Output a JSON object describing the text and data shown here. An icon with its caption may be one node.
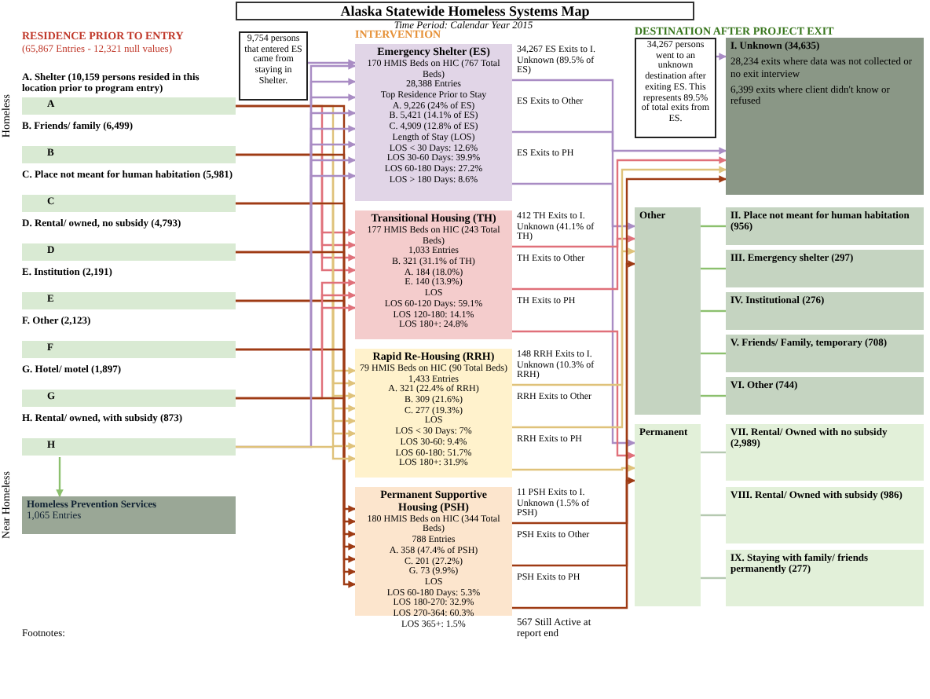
{
  "diagram": {
    "title": "Alaska Statewide Homeless Systems Map",
    "nodes": [
      {
        "text": [
          "A. Shelter (10,159 persons resided in this location prior to program entry)",
          "A"
        ]
      },
      {
        "text": [
          "B. Friends/ family (6,499)",
          "B"
        ]
      },
      {
        "text": [
          "C. Place not meant for human habitation (5,981)",
          "C"
        ]
      },
      {
        "text": [
          "D. Rental/ owned, no subsidy (4,793)",
          "D"
        ]
      },
      {
        "text": [
          "E. Institution (2,191)",
          "E"
        ]
      },
      {
        "text": [
          "F. Other (2,123)",
          "F"
        ]
      },
      {
        "text": [
          "G. Hotel/ motel (1,897)",
          "G"
        ]
      },
      {
        "text": [
          "H. Rental/ owned, with subsidy (873)",
          "H"
        ]
      },
      {
        "text": [
          "Homeless Prevention Services",
          "1,065 Entries"
        ]
      },
      {
        "text": [
          "9,754 persons that entered ES came from staying in Shelter."
        ]
      },
      {
        "text": [
          "Emergency Shelter (ES)",
          "170 HMIS Beds on HIC (767 Total Beds)",
          "28,388 Entries",
          "Top Residence Prior to Stay",
          "A. 9,226 (24% of ES)",
          "B. 5,421 (14.1% of ES)",
          "C. 4,909 (12.8% of ES)",
          "Length of Stay (LOS)",
          "LOS < 30 Days: 12.6%",
          "LOS 30-60 Days: 39.9%",
          "LOS 60-180 Days: 27.2%",
          "LOS > 180 Days: 8.6%"
        ]
      },
      {
        "text": [
          "Transitional Housing (TH)",
          "177 HMIS Beds on HIC (243 Total Beds)",
          "1,033 Entries",
          "B. 321 (31.1% of TH)",
          "A. 184 (18.0%)",
          "E. 140 (13.9%)",
          "LOS",
          "LOS 60-120 Days: 59.1%",
          "LOS 120-180: 14.1%",
          "LOS 180+: 24.8%"
        ]
      },
      {
        "text": [
          "Rapid Re-Housing (RRH)",
          "79 HMIS Beds on HIC (90 Total Beds)",
          "1,433 Entries",
          "A. 321 (22.4% of RRH)",
          "B. 309 (21.6%)",
          "C. 277 (19.3%)",
          "LOS",
          "LOS < 30 Days: 7%",
          "LOS 30-60: 9.4%",
          "LOS 60-180: 51.7%",
          "LOS 180+: 31.9%"
        ]
      },
      {
        "text": [
          "Permanent Supportive Housing (PSH)",
          "180 HMIS Beds on HIC (344 Total Beds)",
          "788 Entries",
          "A. 358 (47.4% of PSH)",
          "C. 201 (27.2%)",
          "G. 73 (9.9%)",
          "LOS",
          "LOS 60-180 Days: 5.3%",
          "LOS 180-270: 32.9%",
          "LOS 270-364: 60.3%",
          "LOS 365+: 1.5%"
        ]
      },
      {
        "text": [
          "34,267 persons went to an unknown destination after exiting ES. This represents 89.5% of total exits from ES."
        ]
      },
      {
        "text": [
          "I. Unknown (34,635)",
          "28,234 exits where data was not collected or no exit interview",
          "6,399 exits where client didn't know or refused"
        ]
      },
      {
        "text": [
          "Other"
        ]
      },
      {
        "text": [
          "II. Place not meant for human habitation (956)"
        ]
      },
      {
        "text": [
          "III. Emergency shelter (297)"
        ]
      },
      {
        "text": [
          "IV. Institutional (276)"
        ]
      },
      {
        "text": [
          "V. Friends/ Family, temporary (708)"
        ]
      },
      {
        "text": [
          "VI. Other (744)"
        ]
      },
      {
        "text": [
          "Permanent"
        ]
      },
      {
        "text": [
          "VII. Rental/ Owned with no subsidy (2,989)"
        ]
      },
      {
        "text": [
          "VIII. Rental/ Owned with subsidy (986)"
        ]
      },
      {
        "text": [
          "IX. Staying with family/ friends permanently (277)"
        ]
      }
    ],
    "edges": [
      {
        "from": 0,
        "to": 10,
        "arrow": "to",
        "color": "#a98cc4"
      },
      {
        "from": 0,
        "to": 11,
        "arrow": "to",
        "color": "#e0707a"
      },
      {
        "from": 0,
        "to": 12,
        "arrow": "to",
        "color": "#dfc27a"
      },
      {
        "from": 0,
        "to": 13,
        "arrow": "to",
        "color": "#9e3b14"
      },
      {
        "from": 1,
        "to": 10,
        "arrow": "to",
        "color": "#a98cc4"
      },
      {
        "from": 1,
        "to": 11,
        "arrow": "to",
        "color": "#e0707a"
      },
      {
        "from": 1,
        "to": 12,
        "arrow": "to",
        "color": "#dfc27a"
      },
      {
        "from": 1,
        "to": 13,
        "arrow": "to",
        "color": "#9e3b14"
      },
      {
        "from": 2,
        "to": 10,
        "arrow": "to",
        "color": "#a98cc4"
      },
      {
        "from": 2,
        "to": 11,
        "arrow": "to",
        "color": "#e0707a"
      },
      {
        "from": 2,
        "to": 12,
        "arrow": "to",
        "color": "#dfc27a"
      },
      {
        "from": 2,
        "to": 13,
        "arrow": "to",
        "color": "#9e3b14"
      },
      {
        "from": 3,
        "to": 10,
        "arrow": "to",
        "color": "#a98cc4"
      },
      {
        "from": 3,
        "to": 11,
        "arrow": "to",
        "color": "#e0707a"
      },
      {
        "from": 3,
        "to": 12,
        "arrow": "to",
        "color": "#dfc27a"
      },
      {
        "from": 3,
        "to": 13,
        "arrow": "to",
        "color": "#9e3b14"
      },
      {
        "from": 4,
        "to": 10,
        "arrow": "to",
        "color": "#a98cc4"
      },
      {
        "from": 4,
        "to": 11,
        "arrow": "to",
        "color": "#e0707a"
      },
      {
        "from": 4,
        "to": 12,
        "arrow": "to",
        "color": "#dfc27a"
      },
      {
        "from": 4,
        "to": 13,
        "arrow": "to",
        "color": "#9e3b14"
      },
      {
        "from": 5,
        "to": 10,
        "arrow": "to",
        "color": "#a98cc4"
      },
      {
        "from": 5,
        "to": 11,
        "arrow": "to",
        "color": "#e0707a"
      },
      {
        "from": 5,
        "to": 12,
        "arrow": "to",
        "color": "#dfc27a"
      },
      {
        "from": 5,
        "to": 13,
        "arrow": "to",
        "color": "#9e3b14"
      },
      {
        "from": 6,
        "to": 10,
        "arrow": "to",
        "color": "#a98cc4"
      },
      {
        "from": 6,
        "to": 11,
        "arrow": "to",
        "color": "#e0707a"
      },
      {
        "from": 6,
        "to": 12,
        "arrow": "to",
        "color": "#dfc27a"
      },
      {
        "from": 6,
        "to": 13,
        "arrow": "to",
        "color": "#9e3b14"
      },
      {
        "from": 7,
        "to": 10,
        "arrow": "to",
        "color": "#a98cc4"
      },
      {
        "from": 7,
        "to": 12,
        "arrow": "to",
        "color": "#dfc27a"
      },
      {
        "from": 7,
        "to": 8,
        "arrow": "to",
        "color": "#8cc06e"
      },
      {
        "from": 9,
        "to": 10,
        "arrow": "to",
        "color": "#a98cc4"
      },
      {
        "from": 10,
        "to": 15,
        "arrow": "to",
        "color": "#a98cc4"
      },
      {
        "from": 10,
        "to": 16,
        "arrow": "to",
        "color": "#a98cc4"
      },
      {
        "from": 10,
        "to": 22,
        "arrow": "to",
        "color": "#a98cc4"
      },
      {
        "from": 11,
        "to": 15,
        "arrow": "to",
        "color": "#e0707a"
      },
      {
        "from": 11,
        "to": 16,
        "arrow": "to",
        "color": "#e0707a"
      },
      {
        "from": 11,
        "to": 22,
        "arrow": "to",
        "color": "#e0707a"
      },
      {
        "from": 12,
        "to": 15,
        "arrow": "to",
        "color": "#dfc27a"
      },
      {
        "from": 12,
        "to": 16,
        "arrow": "to",
        "color": "#dfc27a"
      },
      {
        "from": 12,
        "to": 22,
        "arrow": "to",
        "color": "#dfc27a"
      },
      {
        "from": 13,
        "to": 15,
        "arrow": "to",
        "color": "#9e3b14"
      },
      {
        "from": 13,
        "to": 16,
        "arrow": "to",
        "color": "#9e3b14"
      },
      {
        "from": 13,
        "to": 22,
        "arrow": "to",
        "color": "#9e3b14"
      },
      {
        "from": 14,
        "to": 15,
        "arrow": "to",
        "color": "#a98cc4"
      },
      {
        "from": 16,
        "to": 17,
        "arrow": "none",
        "color": "#8cc06e"
      },
      {
        "from": 16,
        "to": 18,
        "arrow": "none",
        "color": "#8cc06e"
      },
      {
        "from": 16,
        "to": 19,
        "arrow": "none",
        "color": "#8cc06e"
      },
      {
        "from": 16,
        "to": 20,
        "arrow": "none",
        "color": "#8cc06e"
      },
      {
        "from": 16,
        "to": 21,
        "arrow": "none",
        "color": "#8cc06e"
      },
      {
        "from": 22,
        "to": 23,
        "arrow": "none",
        "color": "#b5c9b0"
      },
      {
        "from": 22,
        "to": 24,
        "arrow": "none",
        "color": "#b5c9b0"
      },
      {
        "from": 22,
        "to": 25,
        "arrow": "none",
        "color": "#b5c9b0"
      }
    ],
    "labels": [
      "Time Period: Calendar Year 2015",
      "RESIDENCE PRIOR TO ENTRY",
      "(65,867 Entries - 12,321 null values)",
      "INTERVENTION",
      "DESTINATION AFTER PROJECT EXIT",
      "Homeless",
      "Near Homeless",
      "34,267 ES Exits to I. Unknown (89.5% of ES)",
      "ES Exits to Other",
      "ES Exits to PH",
      "412 TH Exits to I. Unknown (41.1% of TH)",
      "TH Exits to Other",
      "TH Exits to PH",
      "148 RRH Exits to I. Unknown (10.3% of RRH)",
      "RRH Exits to Other",
      "RRH Exits to PH",
      "11 PSH Exits to I. Unknown (1.5% of PSH)",
      "PSH Exits to Other",
      "PSH Exits to PH",
      "567 Still Active at report end",
      "Footnotes:"
    ]
  }
}
